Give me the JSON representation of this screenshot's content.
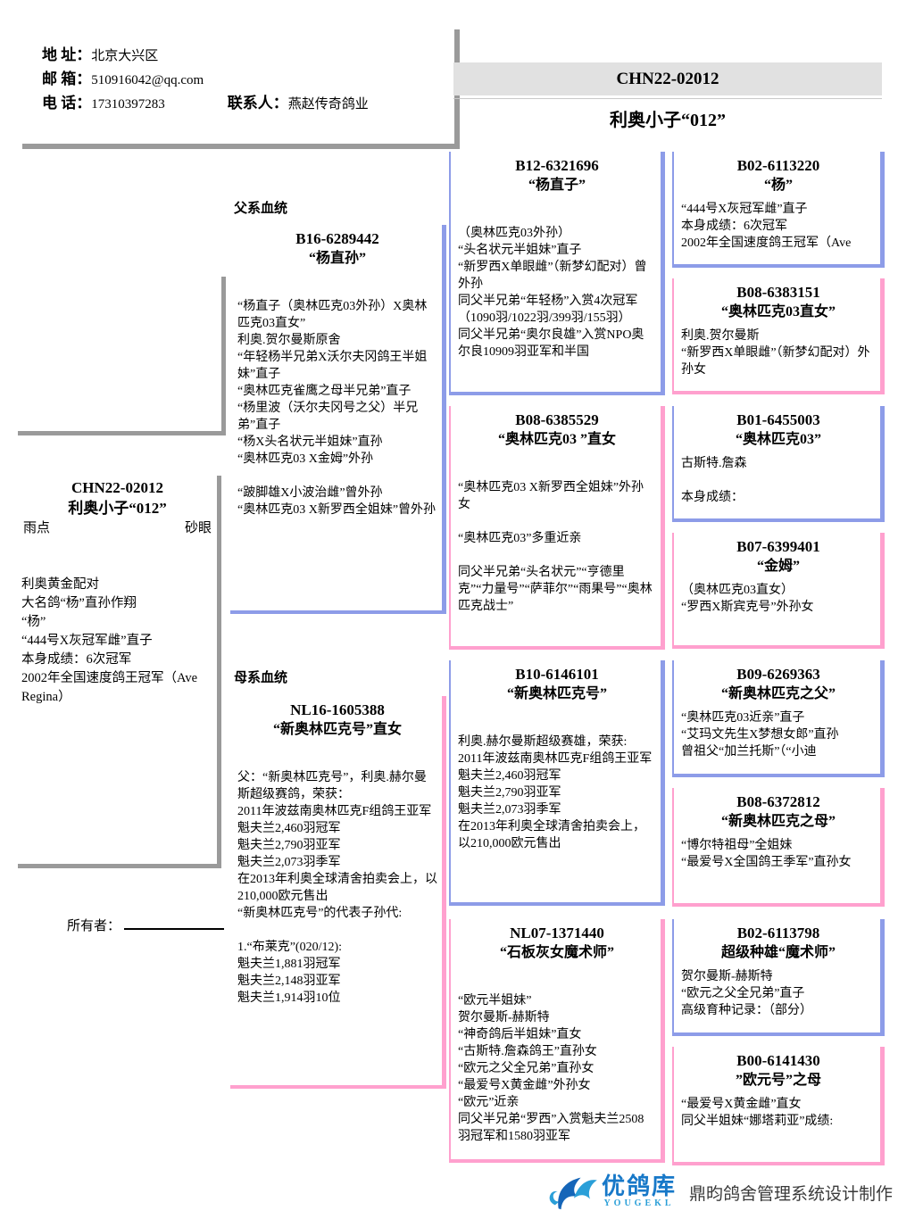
{
  "colors": {
    "male_accent": "#8d9ce8",
    "female_accent": "#ffa0ce",
    "line_gray": "#9a9a9a",
    "header_bar_bg": "#e1e1e1",
    "logo_blue": "#1778c8"
  },
  "contact": {
    "address_label": "地 址：",
    "address": "北京大兴区",
    "email_label": "邮 箱：",
    "email": "510916042@qq.com",
    "phone_label": "电 话：",
    "phone": "17310397283",
    "person_label": "联系人：",
    "person": "燕赵传奇鸽业"
  },
  "header": {
    "ring": "CHN22-02012",
    "name": "利奥小子“012”"
  },
  "labels": {
    "sire_line": "父系血统",
    "dam_line": "母系血统",
    "owner": "所有者："
  },
  "main_bird": {
    "ring": "CHN22-02012",
    "name": "利奥小子“012”",
    "feather": "雨点",
    "eye": "砂眼",
    "body": "利奥黄金配对\n大名鸽“杨”直孙作翔\n“杨”\n“444号X灰冠军雌”直子\n本身成绩：6次冠军\n2002年全国速度鸽王冠军（Ave Regina）"
  },
  "panels": {
    "sire": {
      "ring": "B16-6289442",
      "name": "“杨直孙”",
      "body": "“杨直子（奥林匹克03外孙）X奥林匹克03直女”\n利奥.贺尔曼斯原舍\n“年轻杨半兄弟X沃尔夫冈鸽王半姐妹”直子\n“奥林匹克雀鹰之母半兄弟”直子\n“杨里波（沃尔夫冈号之父）半兄弟”直子\n“杨X头名状元半姐妹”直孙\n“奥林匹克03 X金姆”外孙\n\n“跛脚雄X小波治雌”曾外孙\n“奥林匹克03 X新罗西全姐妹”曾外孙"
    },
    "dam": {
      "ring": "NL16-1605388",
      "name": "“新奥林匹克号”直女",
      "body": "父：“新奥林匹克号”，利奥.赫尔曼斯超级赛鸽，荣获：\n2011年波兹南奥林匹克F组鸽王亚军\n魁夫兰2,460羽冠军\n魁夫兰2,790羽亚军\n魁夫兰2,073羽季军\n在2013年利奥全球清舍拍卖会上，以210,000欧元售出\n“新奥林匹克号”的代表子孙代:\n\n1.“布莱克”(020/12):\n魁夫兰1,881羽冠军\n魁夫兰2,148羽亚军\n魁夫兰1,914羽10位"
    },
    "sire_sire": {
      "ring": "B12-6321696",
      "name": "“杨直子”",
      "body": "（奥林匹克03外孙）\n“头名状元半姐妹”直子\n“新罗西X单眼雌”（新梦幻配对）曾外孙\n同父半兄弟“年轻杨”入赏4次冠军（1090羽/1022羽/399羽/155羽）\n同父半兄弟“奥尔良雄”入赏NPO奥尔良10909羽亚军和半国"
    },
    "sire_dam": {
      "ring": "B08-6385529",
      "name": "“奥林匹克03 ”直女",
      "body": "“奥林匹克03 X新罗西全姐妹”外孙女\n\n“奥林匹克03”多重近亲\n\n同父半兄弟“头名状元”“亨德里克”“力量号”“萨菲尔”“雨果号”“奥林匹克战士”"
    },
    "dam_sire": {
      "ring": "B10-6146101",
      "name": "“新奥林匹克号”",
      "body": "利奥.赫尔曼斯超级赛雄，荣获:\n2011年波兹南奥林匹克F组鸽王亚军\n魁夫兰2,460羽冠军\n魁夫兰2,790羽亚军\n魁夫兰2,073羽季军\n在2013年利奥全球清舍拍卖会上，以210,000欧元售出"
    },
    "dam_dam": {
      "ring": "NL07-1371440",
      "name": "“石板灰女魔术师”",
      "body": "“欧元半姐妹”\n贺尔曼斯-赫斯特\n“神奇鸽后半姐妹”直女\n“古斯特.詹森鸽王”直孙女\n“欧元之父全兄弟”直孙女\n“最爱号X黄金雌”外孙女\n“欧元”近亲\n同父半兄弟“罗西”入赏魁夫兰2508羽冠军和1580羽亚军"
    },
    "g3": [
      {
        "ring": "B02-6113220",
        "name": "“杨”",
        "body": "“444号X灰冠军雌”直子\n本身成绩：6次冠军\n2002年全国速度鸽王冠军（Ave"
      },
      {
        "ring": "B08-6383151",
        "name": "“奥林匹克03直女”",
        "body": "利奥.贺尔曼斯\n“新罗西X单眼雌”（新梦幻配对）外孙女"
      },
      {
        "ring": "B01-6455003",
        "name": "“奥林匹克03”",
        "body": "古斯特.詹森\n\n本身成绩："
      },
      {
        "ring": "B07-6399401",
        "name": "“金姆”",
        "body": "（奥林匹克03直女）\n“罗西X斯宾克号”外孙女"
      },
      {
        "ring": "B09-6269363",
        "name": "“新奥林匹克之父”",
        "body": "“奥林匹克03近亲”直子\n“艾玛文先生X梦想女郎”直孙\n曾祖父“加兰托斯”（“小迪"
      },
      {
        "ring": "B08-6372812",
        "name": "“新奥林匹克之母”",
        "body": "“博尔特祖母”全姐妹\n“最爱号X全国鸽王季军”直孙女"
      },
      {
        "ring": "B02-6113798",
        "name": "超级种雄“魔术师”",
        "body": "贺尔曼斯-赫斯特\n“欧元之父全兄弟”直子\n高级育种记录：（部分）"
      },
      {
        "ring": "B00-6141430",
        "name": "”欧元号”之母",
        "body": "“最爱号X黄金雌”直女\n同父半姐妹“娜塔莉亚”成绩:"
      }
    ]
  },
  "footer": {
    "brand": "优鸽库",
    "brand_en": "YOUGEKL",
    "credit": "鼎昀鸽舍管理系统设计制作"
  }
}
